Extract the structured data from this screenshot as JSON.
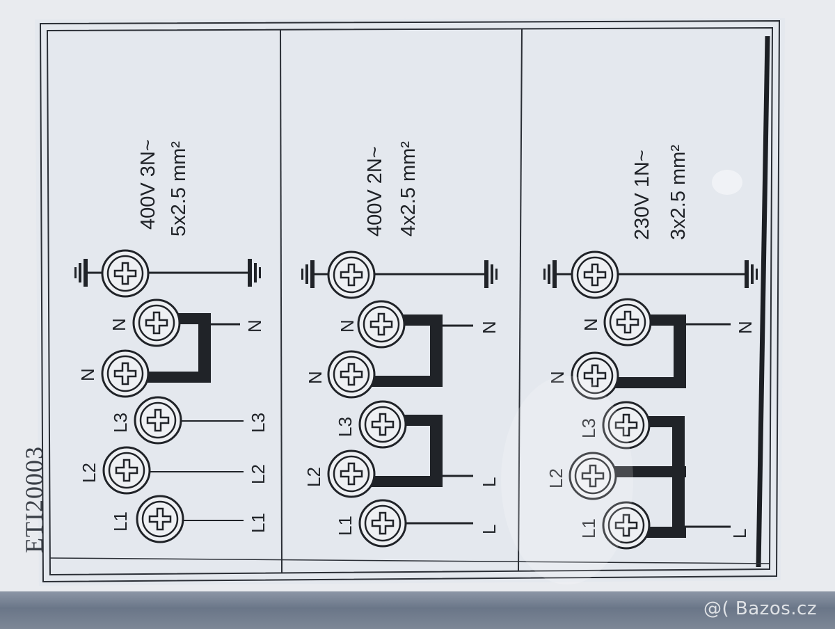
{
  "model_code": "ETI20003",
  "watermark": "@( Bazos.cz",
  "panels": [
    {
      "id": "3-phase",
      "voltage": "400V 3N~",
      "cable": "5x2.5 mm²",
      "terminal_labels": [
        "N",
        "N",
        "L3",
        "L2",
        "L1"
      ],
      "output_labels": [
        "N",
        "L3",
        "L2",
        "L1"
      ]
    },
    {
      "id": "2-phase",
      "voltage": "400V 2N~",
      "cable": "4x2.5 mm²",
      "terminal_labels": [
        "N",
        "N",
        "L3",
        "L2",
        "L1"
      ],
      "output_labels": [
        "N",
        "L",
        "L"
      ]
    },
    {
      "id": "1-phase",
      "voltage": "230V 1N~",
      "cable": "3x2.5 mm²",
      "terminal_labels": [
        "N",
        "N",
        "L3",
        "L2",
        "L1"
      ],
      "output_labels": [
        "N",
        "L"
      ]
    }
  ],
  "colors": {
    "ink": "#202328",
    "paper": "#e9ebef",
    "strip": "#6f7a8b"
  }
}
